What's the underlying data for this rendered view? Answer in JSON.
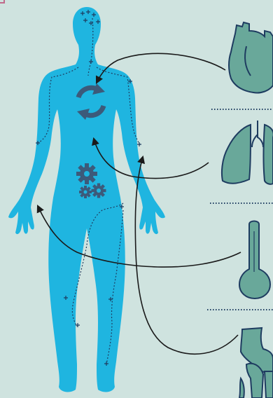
{
  "diagram": {
    "colors": {
      "background": "#cfe3df",
      "body": "#1fb5e0",
      "organ_fill": "#69a89a",
      "organ_stroke": "#1e3c60",
      "arrow": "#1a1a1a",
      "dotted_path": "#1e3c60",
      "gear": "#3c5a7a",
      "cycle_arrow": "#3c5a7a"
    },
    "body_icons": [
      "circular-arrows-icon",
      "gears-icon"
    ],
    "organs": [
      {
        "name": "heart",
        "icon": "heart-icon"
      },
      {
        "name": "lungs",
        "icon": "lungs-icon"
      },
      {
        "name": "thermometer",
        "icon": "thermometer-icon"
      },
      {
        "name": "knee-joint",
        "icon": "knee-joint-icon"
      }
    ]
  }
}
